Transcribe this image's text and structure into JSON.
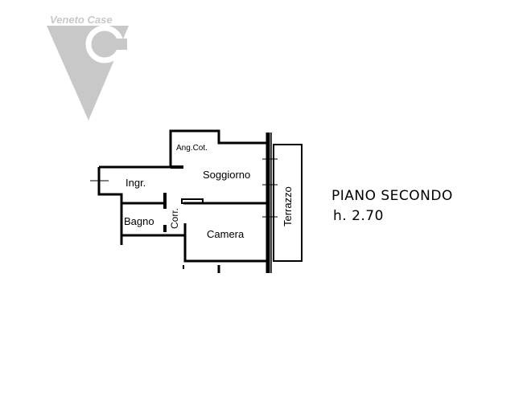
{
  "logo": {
    "text": "Veneto Case",
    "letter": "C",
    "color": "#c8c8c8"
  },
  "rooms": {
    "ang_cot": "Ang.Cot.",
    "ingresso": "Ingr.",
    "soggiorno": "Soggiorno",
    "bagno": "Bagno",
    "corridoio": "Corr.",
    "camera": "Camera",
    "terrazzo": "Terrazzo"
  },
  "floor": {
    "name": "PIANO SECONDO",
    "height": "h. 2.70"
  }
}
